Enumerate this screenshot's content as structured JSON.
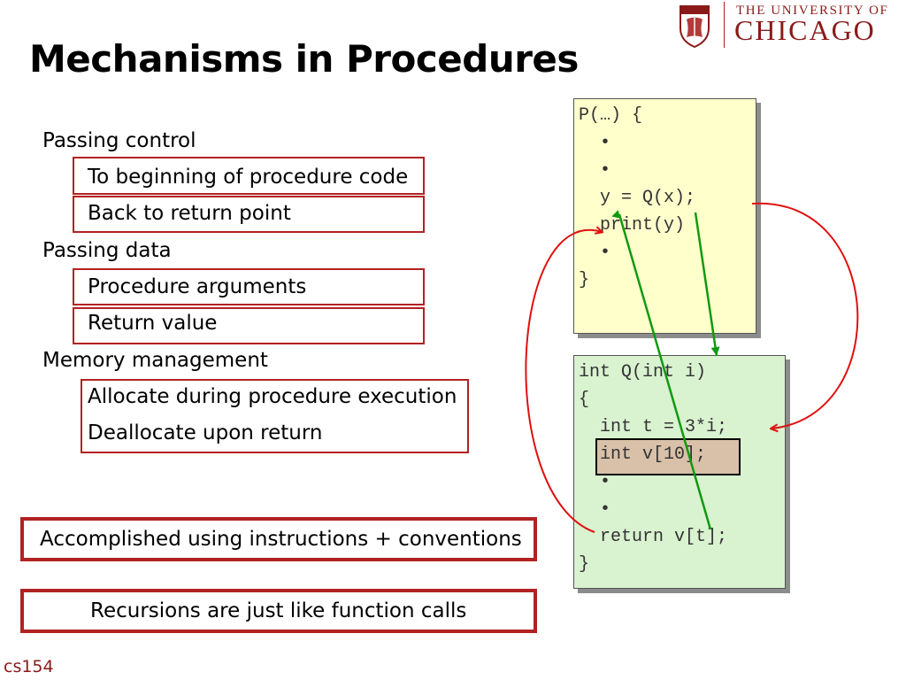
{
  "slide": {
    "title": "Mechanisms in Procedures",
    "footer": "cs154",
    "logo": {
      "line1": "THE UNIVERSITY OF",
      "line2": "CHICAGO"
    },
    "sections": {
      "control": {
        "heading": "Passing control",
        "items": [
          "To beginning of procedure code",
          "Back to return point"
        ]
      },
      "data": {
        "heading": "Passing data",
        "items": [
          "Procedure arguments",
          "Return value"
        ]
      },
      "memory": {
        "heading": "Memory management",
        "items": [
          "Allocate during procedure execution",
          "Deallocate upon return"
        ]
      }
    },
    "callouts": {
      "accomplished": "Accomplished using instructions + conventions",
      "recursion": "Recursions are just like function calls"
    },
    "code_p": [
      "P(…) {",
      "  •",
      "  •",
      "  y = Q(x);",
      "  print(y)",
      "  •",
      "}"
    ],
    "code_q": [
      "int Q(int i)",
      "{",
      "  int t = 3*i;",
      "  int v[10];",
      "  •",
      "  •",
      "  return v[t];",
      "}"
    ],
    "colors": {
      "box_border": "#b22222",
      "p_background": "#ffffcc",
      "q_background": "#d9f2d0",
      "control_arrow": "#e01010",
      "data_arrow": "#119911",
      "highlight": "#d8c1a8"
    }
  }
}
